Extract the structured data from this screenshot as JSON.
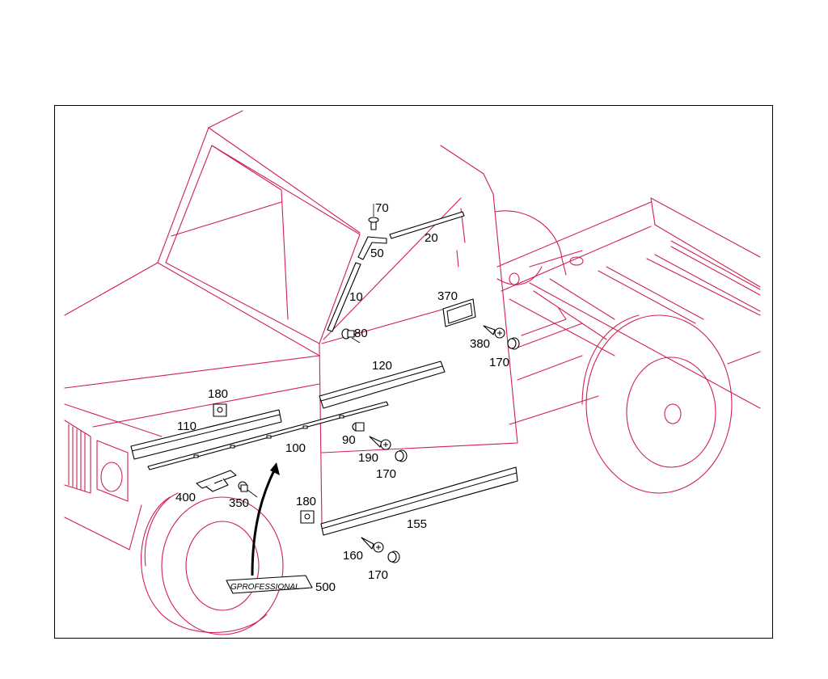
{
  "colors": {
    "vehicle_outline": "#d02050",
    "parts": "#000000",
    "frame": "#000000",
    "background": "#ffffff"
  },
  "labels": {
    "p10": "10",
    "p20": "20",
    "p50": "50",
    "p70": "70",
    "p80": "80",
    "p90": "90",
    "p100": "100",
    "p110": "110",
    "p120": "120",
    "p155": "155",
    "p160": "160",
    "p170a": "170",
    "p170b": "170",
    "p170c": "170",
    "p180a": "180",
    "p180b": "180",
    "p190": "190",
    "p350": "350",
    "p370": "370",
    "p380": "380",
    "p400": "400",
    "p500": "500"
  },
  "badge": {
    "text": "GPROFESSIONAL"
  }
}
